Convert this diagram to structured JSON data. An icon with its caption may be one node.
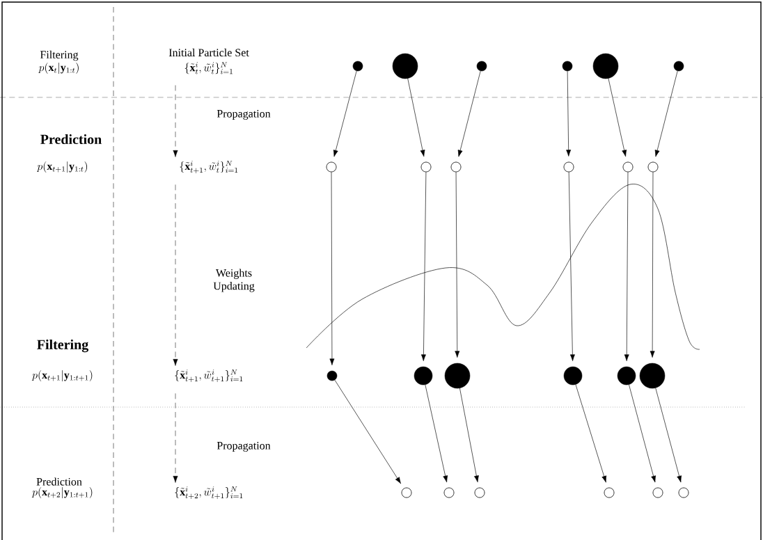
{
  "diagram": {
    "nodes": [
      {
        "text": [
          "Initial Particle Set",
          "\\{\\tilde{\\mathbf{x}}_t^i, \\tilde{w}_t^i\\}_{i=1}^N"
        ]
      },
      {
        "text": [
          "\\{\\tilde{\\mathbf{x}}_{t+1}^i, \\tilde{w}_t^i\\}_{i=1}^N"
        ]
      },
      {
        "text": [
          "\\{\\tilde{\\mathbf{x}}_{t+1}^i, \\tilde{w}_{t+1}^i\\}_{i=1}^N"
        ]
      },
      {
        "text": [
          "\\{\\tilde{\\mathbf{x}}_{t+2}^i, \\tilde{w}_{t+1}^i\\}_{i=1}^N"
        ]
      },
      {
        "text": [],
        "shape": "circle"
      },
      {
        "text": [],
        "shape": "circle"
      },
      {
        "text": [],
        "shape": "circle"
      },
      {
        "text": [],
        "shape": "circle"
      },
      {
        "text": [],
        "shape": "circle"
      },
      {
        "text": [],
        "shape": "circle"
      },
      {
        "text": [],
        "shape": "circle"
      },
      {
        "text": [],
        "shape": "circle"
      },
      {
        "text": [],
        "shape": "circle"
      },
      {
        "text": [],
        "shape": "circle"
      },
      {
        "text": [],
        "shape": "circle"
      },
      {
        "text": [],
        "shape": "circle"
      },
      {
        "text": [],
        "shape": "circle"
      },
      {
        "text": [],
        "shape": "circle"
      },
      {
        "text": [],
        "shape": "circle"
      },
      {
        "text": [],
        "shape": "circle"
      },
      {
        "text": [],
        "shape": "circle"
      },
      {
        "text": [],
        "shape": "circle"
      },
      {
        "text": [],
        "shape": "circle"
      },
      {
        "text": [],
        "shape": "circle"
      },
      {
        "text": [],
        "shape": "circle"
      },
      {
        "text": [],
        "shape": "circle"
      },
      {
        "text": [],
        "shape": "circle"
      },
      {
        "text": [],
        "shape": "circle"
      }
    ],
    "edges": [
      {
        "from": 0,
        "to": 1,
        "arrow": "to",
        "style": "dashed"
      },
      {
        "from": 1,
        "to": 2,
        "arrow": "to",
        "style": "dashed"
      },
      {
        "from": 2,
        "to": 3,
        "arrow": "to",
        "style": "dashed"
      },
      {
        "from": 4,
        "to": 10,
        "arrow": "to"
      },
      {
        "from": 5,
        "to": 11,
        "arrow": "to"
      },
      {
        "from": 6,
        "to": 12,
        "arrow": "to"
      },
      {
        "from": 7,
        "to": 13,
        "arrow": "to"
      },
      {
        "from": 8,
        "to": 14,
        "arrow": "to"
      },
      {
        "from": 9,
        "to": 15,
        "arrow": "to"
      },
      {
        "from": 10,
        "to": 16,
        "arrow": "to"
      },
      {
        "from": 11,
        "to": 17,
        "arrow": "to"
      },
      {
        "from": 12,
        "to": 18,
        "arrow": "to"
      },
      {
        "from": 13,
        "to": 19,
        "arrow": "to"
      },
      {
        "from": 14,
        "to": 20,
        "arrow": "to"
      },
      {
        "from": 15,
        "to": 21,
        "arrow": "to"
      },
      {
        "from": 16,
        "to": 22,
        "arrow": "to"
      },
      {
        "from": 17,
        "to": 23,
        "arrow": "to"
      },
      {
        "from": 18,
        "to": 24,
        "arrow": "to"
      },
      {
        "from": 19,
        "to": 25,
        "arrow": "to"
      },
      {
        "from": 20,
        "to": 26,
        "arrow": "to"
      },
      {
        "from": 21,
        "to": 27,
        "arrow": "to"
      }
    ],
    "labels": [
      "Filtering",
      "p(\\mathbf{x}_t|\\mathbf{y}_{1:t})",
      "Propagation",
      "Prediction",
      "p(\\mathbf{x}_{t+1}|\\mathbf{y}_{1:t})",
      "Weights Updating",
      "Filtering",
      "p(\\mathbf{x}_{t+1}|\\mathbf{y}_{1:t+1})",
      "Propagation",
      "Prediction",
      "p(\\mathbf{x}_{t+2}|\\mathbf{y}_{1:t+1})"
    ]
  }
}
